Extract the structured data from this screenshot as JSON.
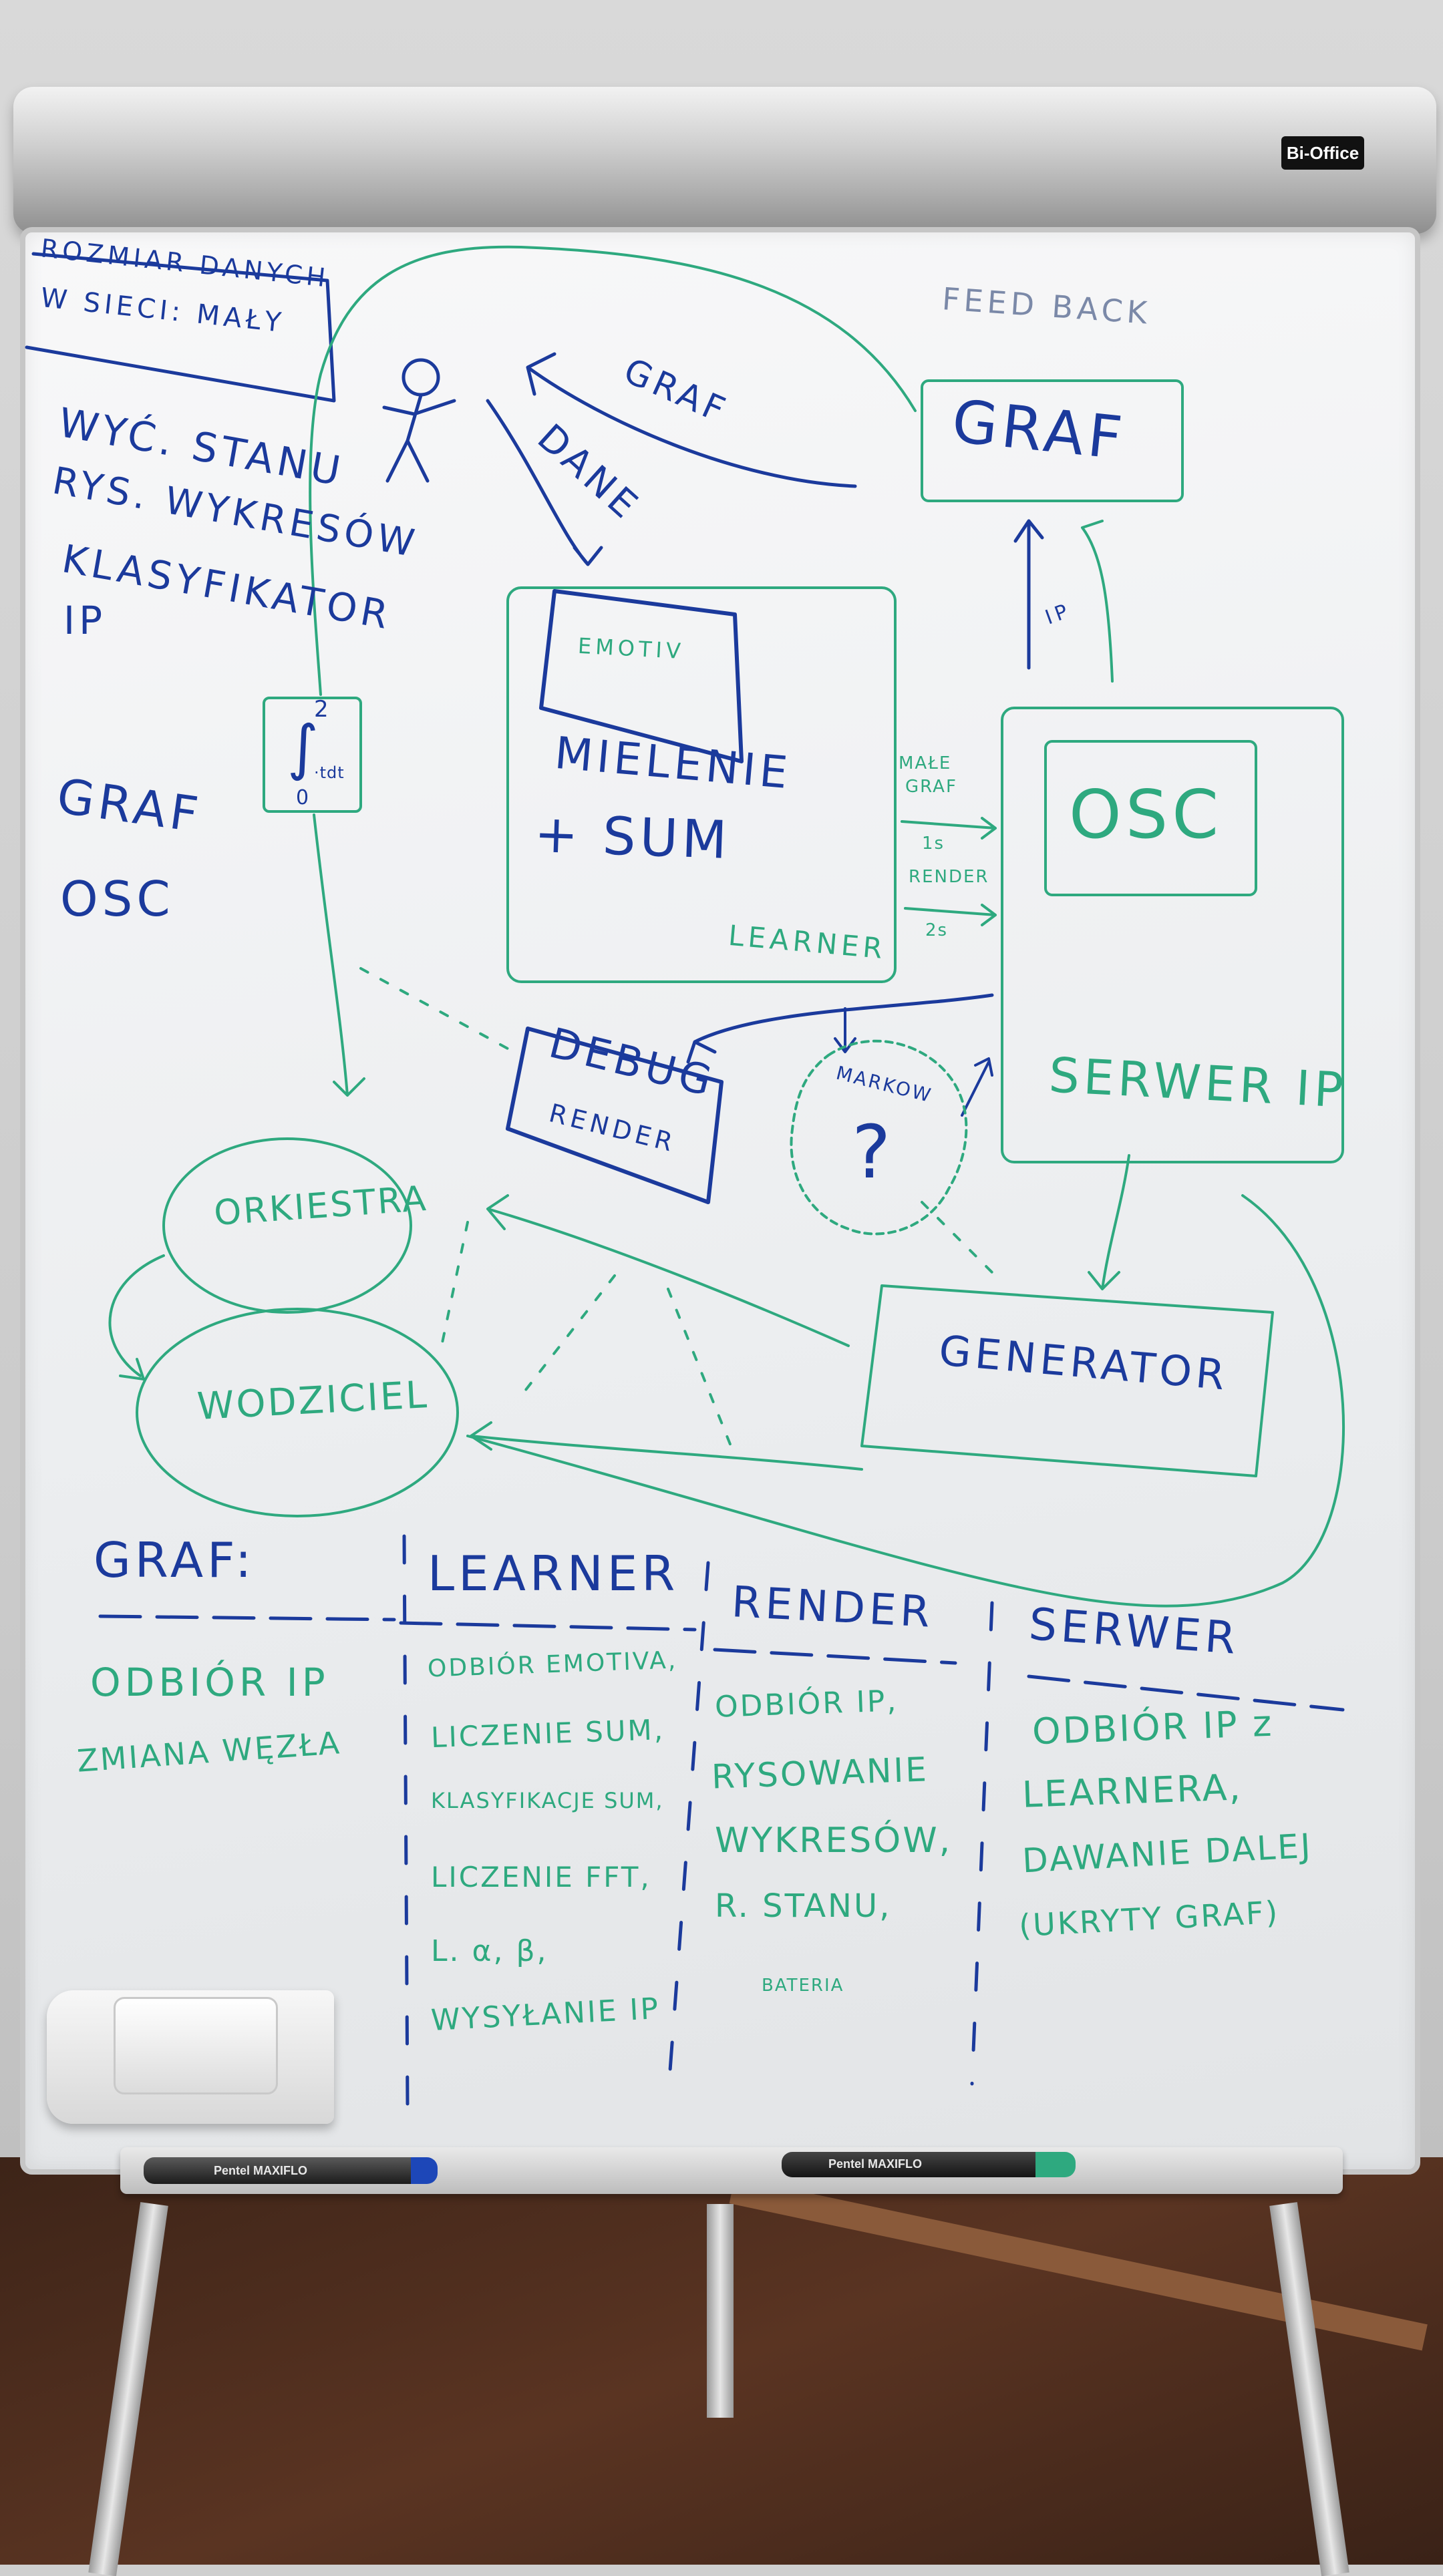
{
  "brand": "Bi-Office",
  "board": {
    "note_box": [
      "ROZMIAR DANYCH",
      "W SIECI: MAŁY"
    ],
    "feedback": "FEED BACK",
    "left_list": [
      "WYĆ. STANU",
      "RYS. WYKRESÓW",
      "KLASYFIKATOR",
      "IP"
    ],
    "left_short": [
      "GRAF",
      "OSC"
    ],
    "arrows": {
      "graf": "GRAF",
      "dane": "DANE",
      "ip": "IP"
    },
    "integral": {
      "upper": "2",
      "lower": "0",
      "integrand": "∫",
      "dt": "·tdt"
    },
    "learner_box": {
      "emotiv": "EMOTIV",
      "line1": "MIELENIE",
      "line2": "+ SUM",
      "label": "LEARNER"
    },
    "graf_box": "GRAF",
    "osc_box": "OSC",
    "serwer_label": "SERWER IP",
    "rate_notes": [
      "MAŁE",
      "GRAF",
      "1s",
      "RENDER",
      "2s"
    ],
    "debug_box": {
      "title": "DEBUG",
      "sub": "RENDER"
    },
    "markov": {
      "title": "MARKOW",
      "mark": "?"
    },
    "orkiestra": "ORKIESTRA",
    "wodziciel": "WODZICIEL",
    "generator": "GENERATOR"
  },
  "table": {
    "columns": [
      {
        "header": "GRAF:",
        "items": [
          "ODBIÓR IP",
          "ZMIANA WĘZŁA"
        ]
      },
      {
        "header": "LEARNER",
        "items": [
          "ODBIÓR EMOTIVA,",
          "LICZENIE SUM,",
          "KLASYFIKACJE SUM,",
          "LICZENIE FFT,",
          "L. α, β,",
          "WYSYŁANIE IP"
        ]
      },
      {
        "header": "RENDER",
        "items": [
          "ODBIÓR IP,",
          "RYSOWANIE",
          "WYKRESÓW,",
          "R. STANU,",
          "BATERIA"
        ]
      },
      {
        "header": "SERWER",
        "items": [
          "ODBIÓR IP z",
          "LEARNERA,",
          "DAWANIE DALEJ",
          "(UKRYTY GRAF)"
        ]
      }
    ]
  },
  "markers": [
    "Pentel MAXIFLO",
    "Pentel MAXIFLO"
  ],
  "colors": {
    "wall": "#d6d6d6",
    "board": "#f1f2f3",
    "blue_marker": "#1b3a9c",
    "green_marker": "#2ea97f",
    "floor": "#4a2a1c"
  }
}
